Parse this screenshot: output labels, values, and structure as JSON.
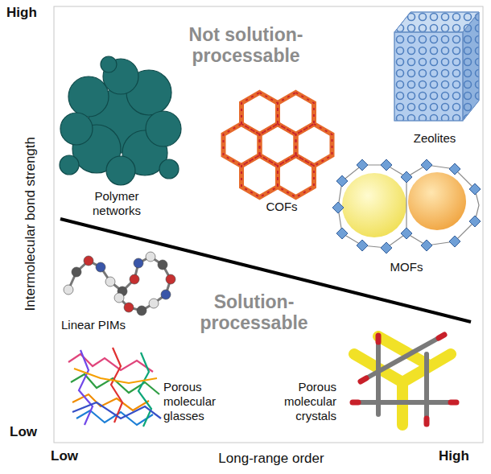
{
  "diagram": {
    "labels": [
      "High",
      "Intermolecular bond strength",
      "Low",
      "Low",
      "Long-range order",
      "High",
      "Not solution-processable",
      "Polymer networks",
      "COFs",
      "Zeolites",
      "MOFs",
      "Linear PIMs",
      "Solution-processable",
      "Porous molecular glasses",
      "Porous molecular crystals"
    ]
  }
}
